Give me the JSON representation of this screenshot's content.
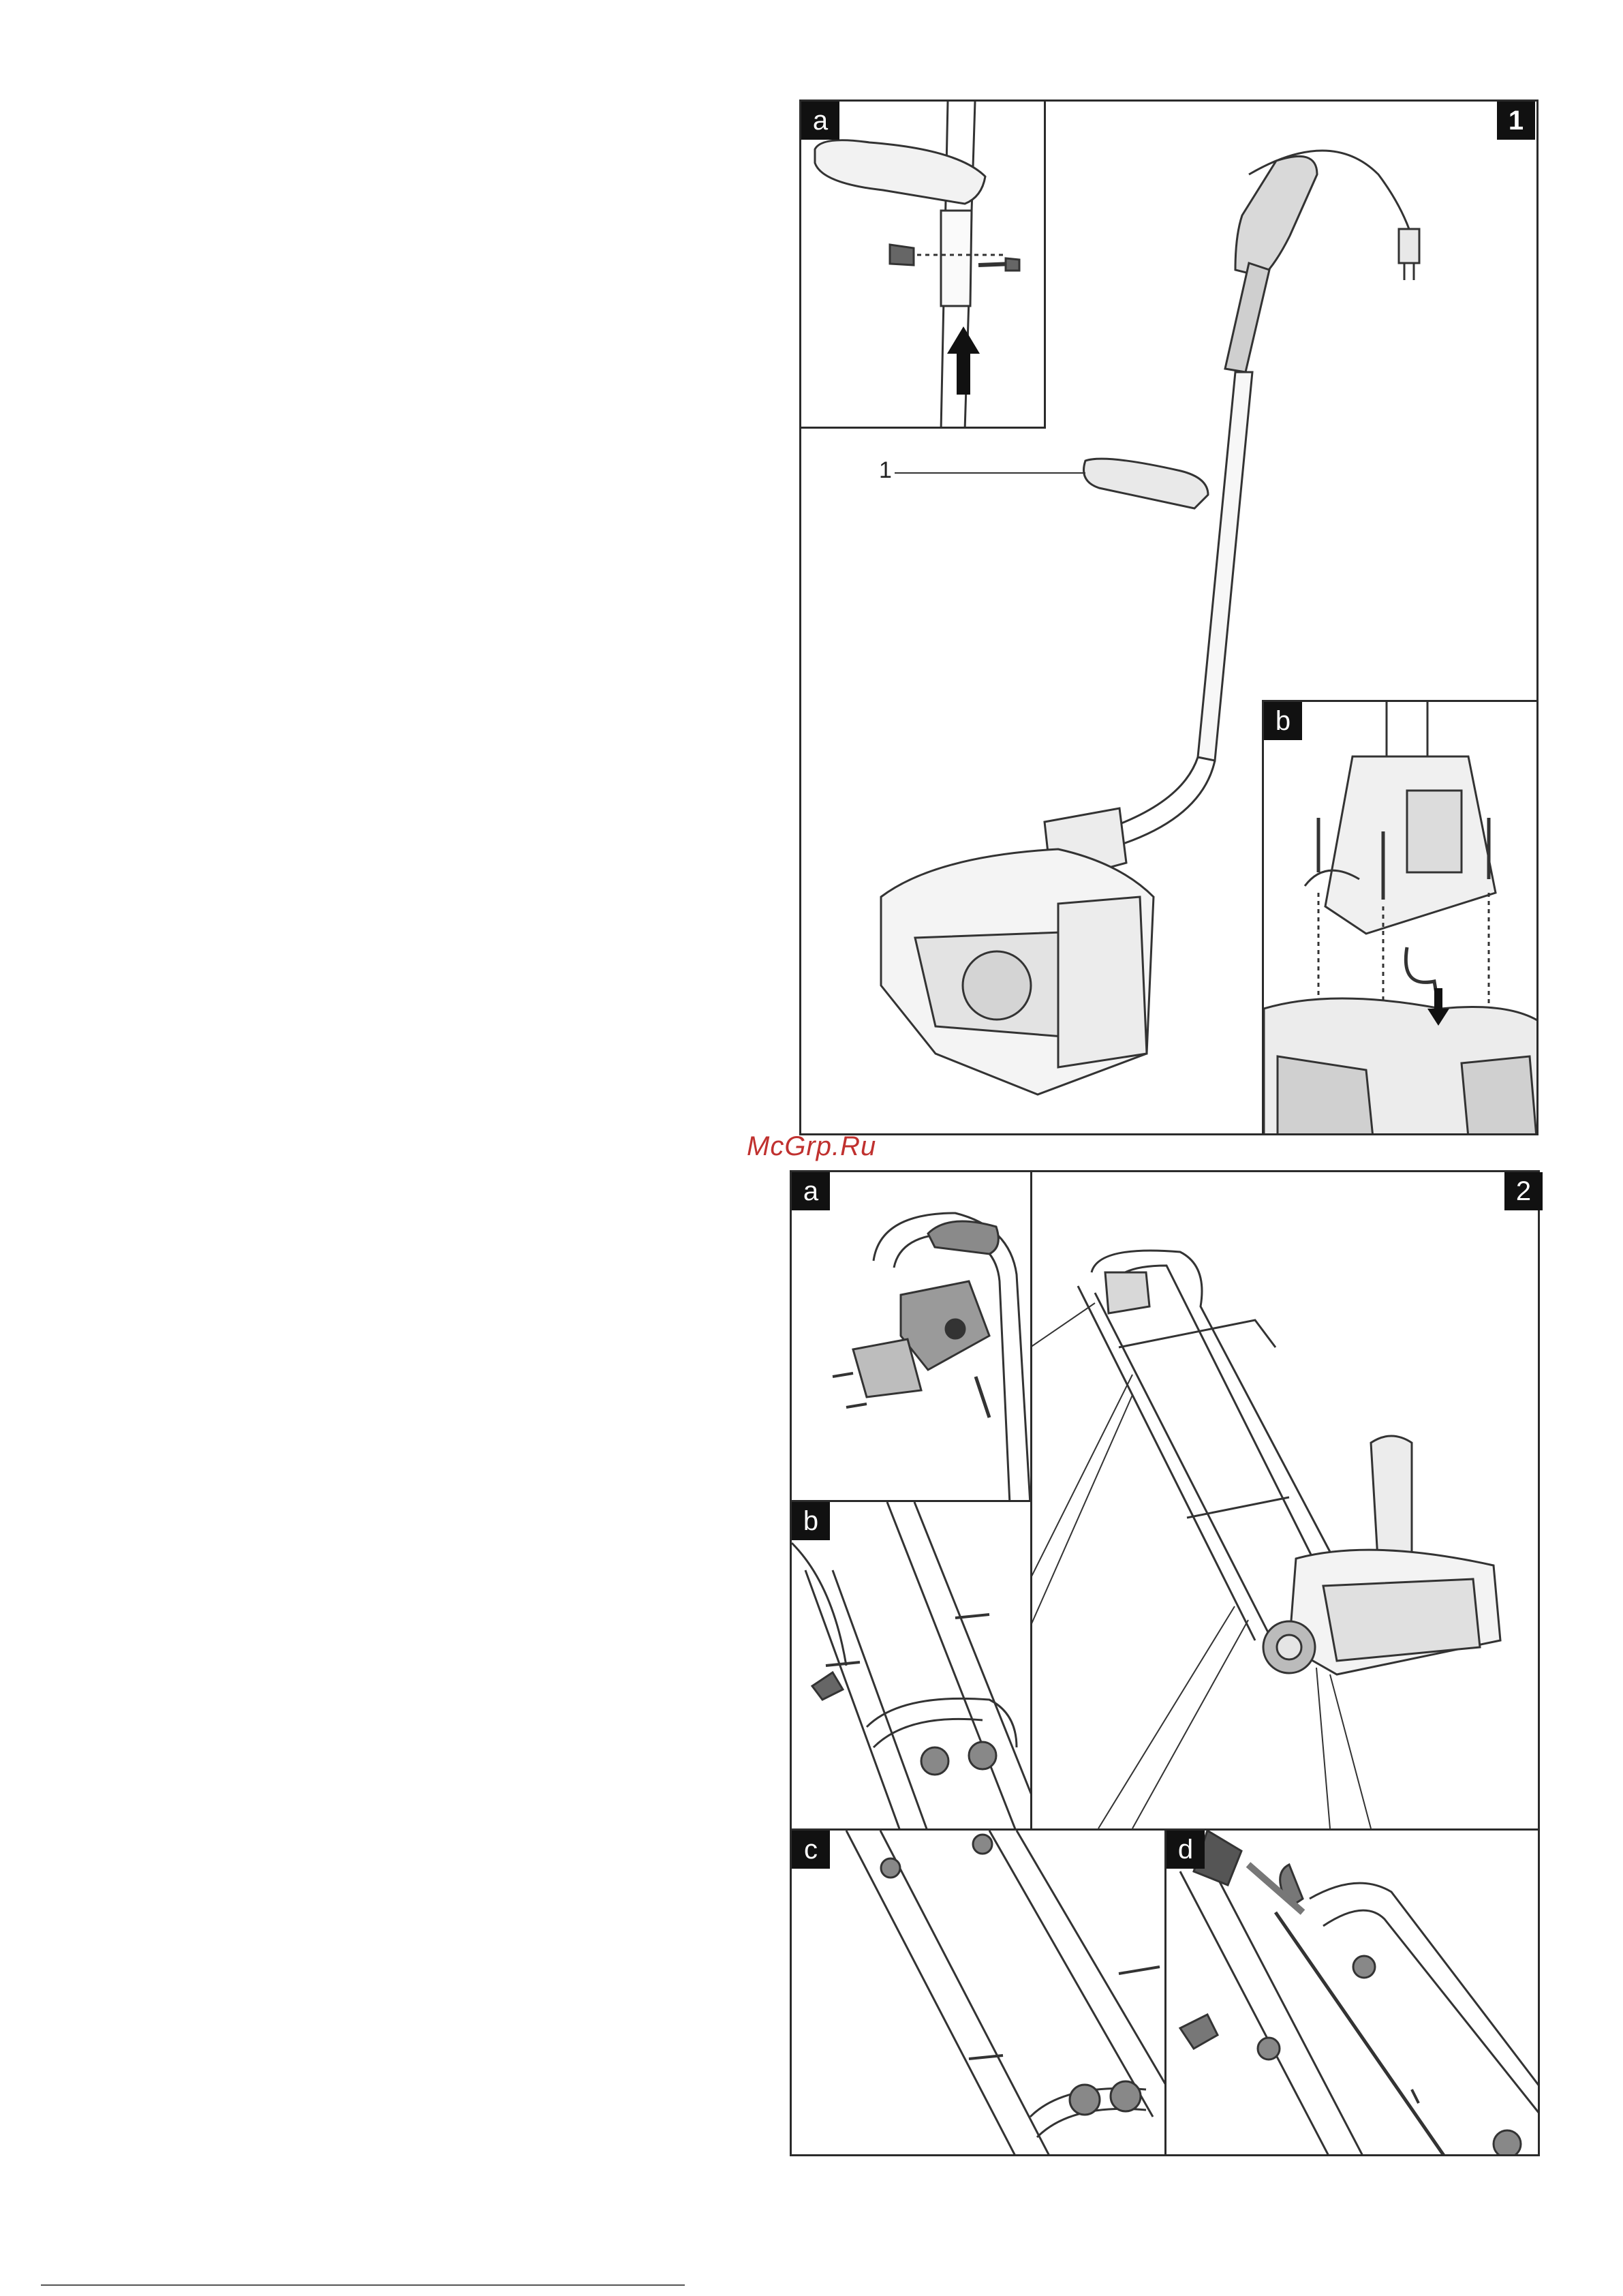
{
  "watermark": "McGrp.Ru",
  "figures": [
    {
      "number": "1",
      "panels": [
        {
          "label": "a"
        },
        {
          "label": "b"
        }
      ],
      "callouts": [
        "1"
      ]
    },
    {
      "number": "2",
      "panels": [
        {
          "label": "a"
        },
        {
          "label": "b"
        },
        {
          "label": "c"
        },
        {
          "label": "d"
        }
      ]
    }
  ]
}
